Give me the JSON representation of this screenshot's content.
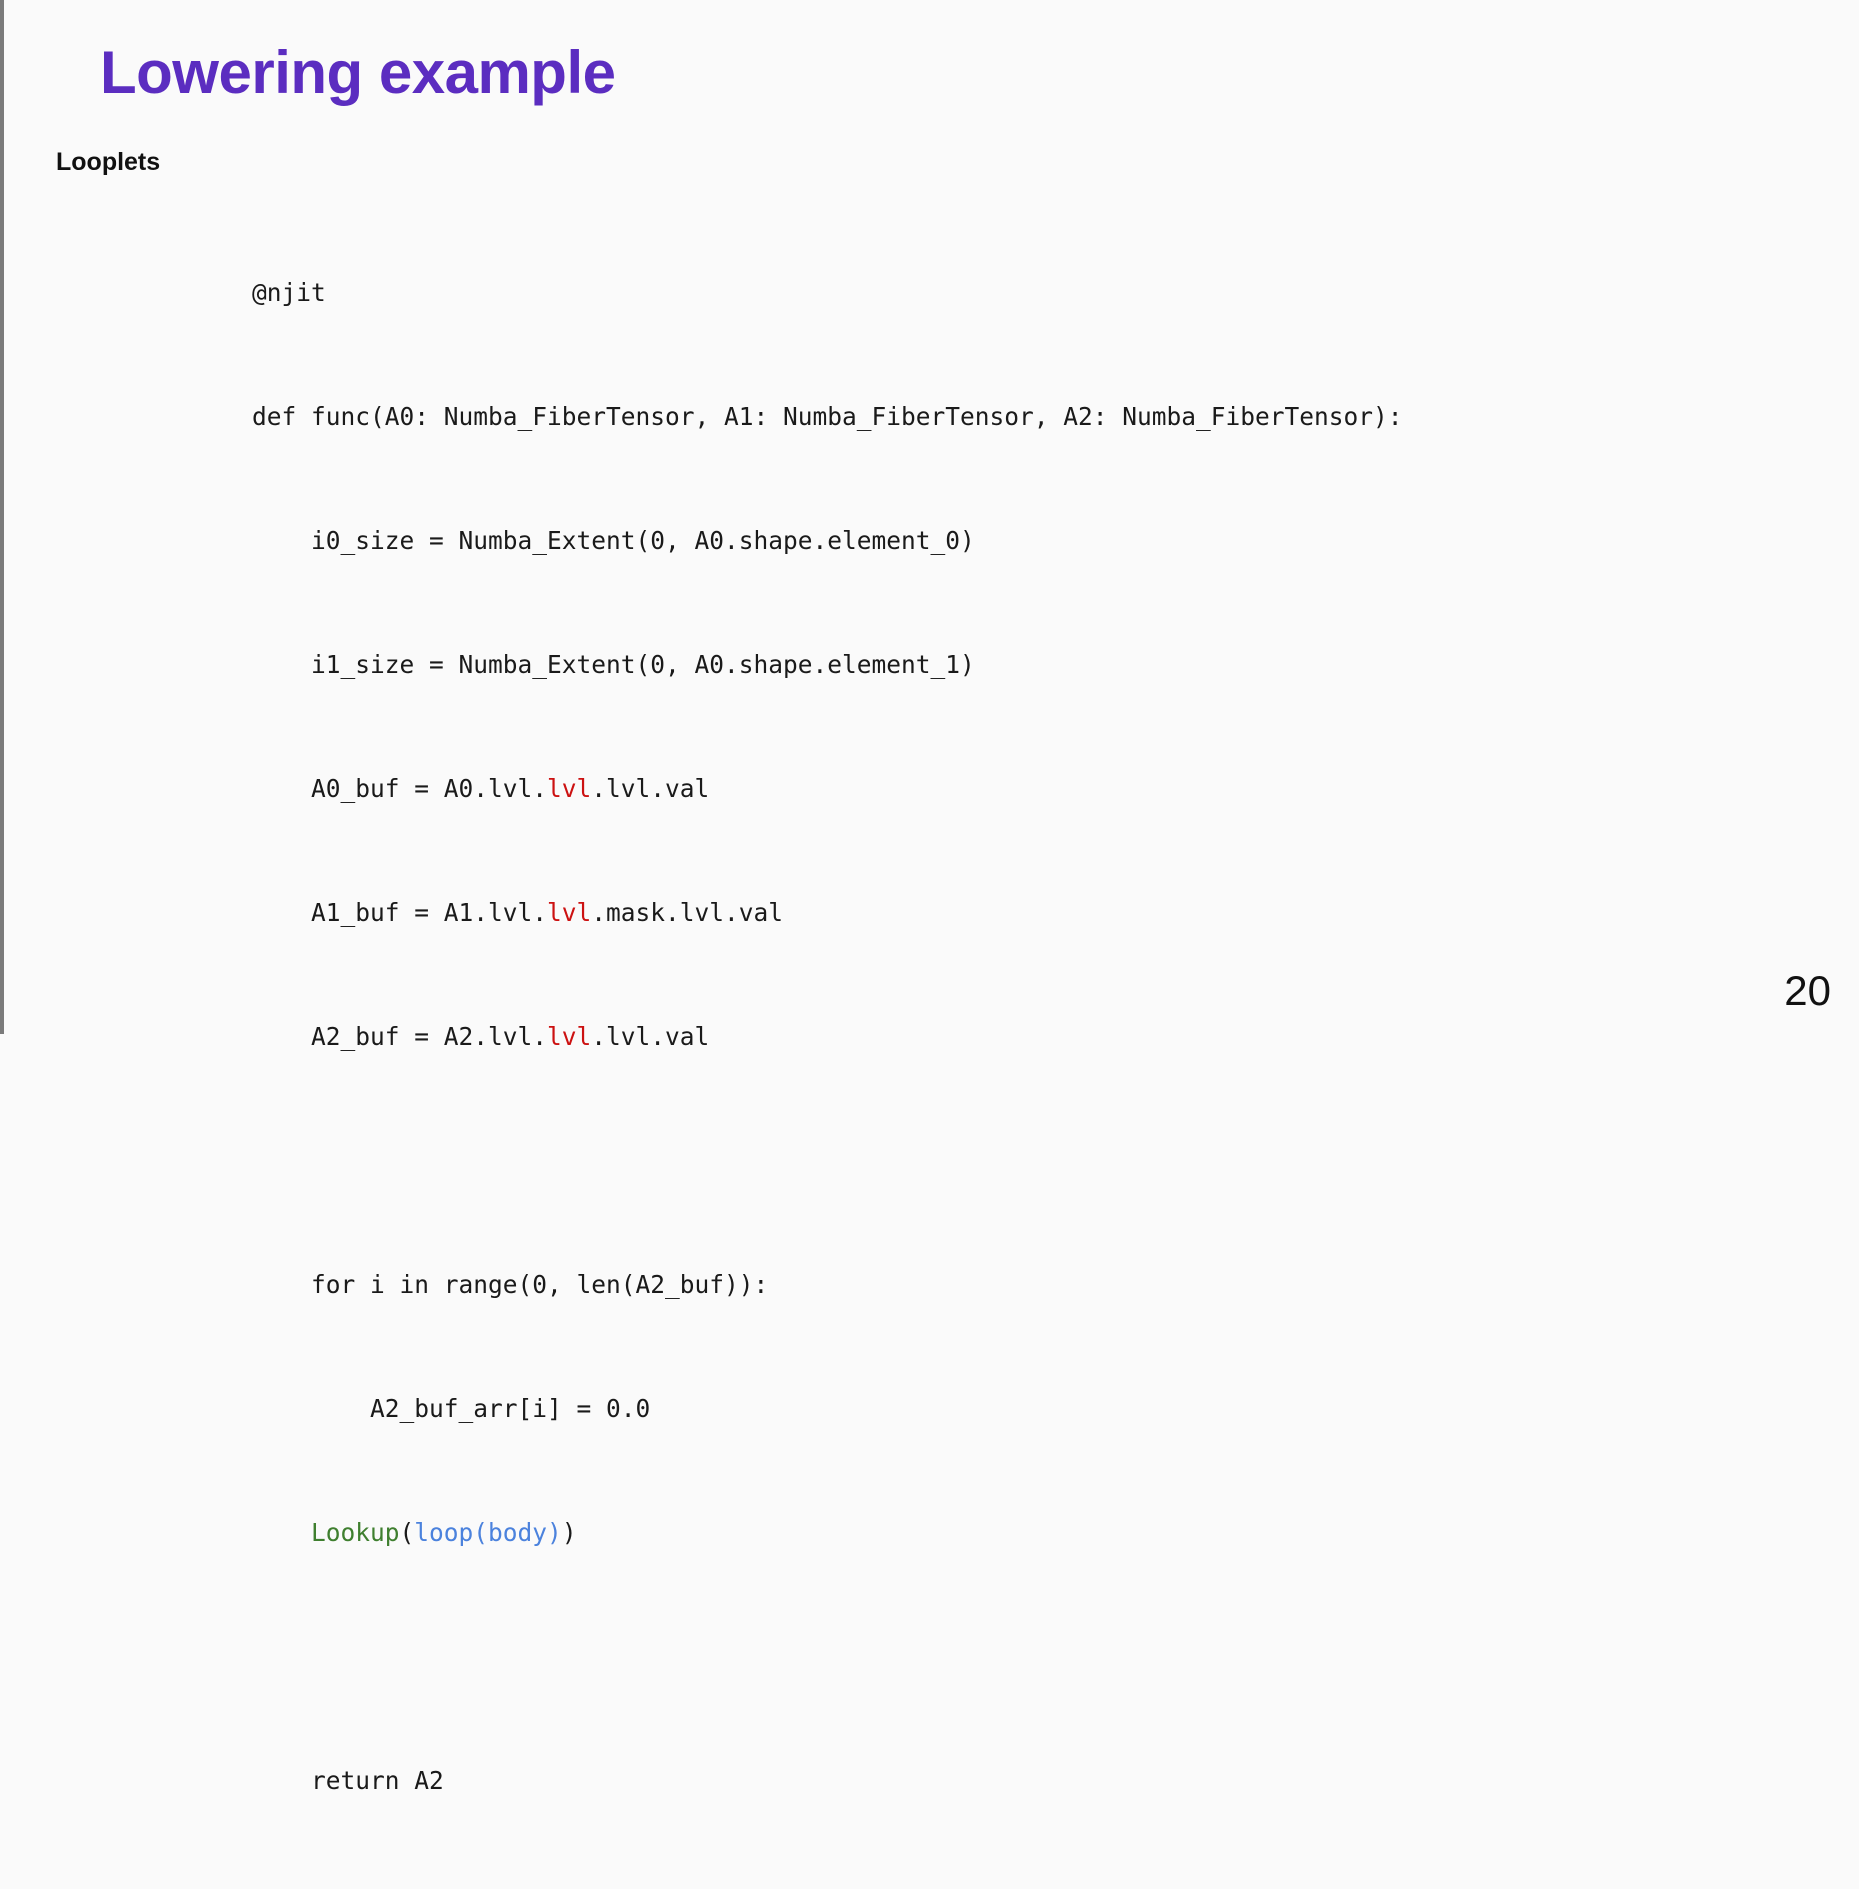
{
  "slide": {
    "title": "Lowering example",
    "section_label": "Looplets",
    "page_number": "20",
    "title_color": "#5b2dc0",
    "background_color": "#fafafa",
    "edge_bar_color": "#7b7b7b"
  },
  "code": {
    "language": "python",
    "highlight_colors": {
      "lvl_red": "#cc1111",
      "lookup_green": "#3f7f2f",
      "loop_blue": "#4b82dd",
      "plain": "#1a1a1a"
    },
    "lines": [
      "@njit",
      "def func(A0: Numba_FiberTensor, A1: Numba_FiberTensor, A2: Numba_FiberTensor):",
      "    i0_size = Numba_Extent(0, A0.shape.element_0)",
      "    i1_size = Numba_Extent(0, A0.shape.element_1)",
      "    A0_buf = A0.lvl.lvl.lvl.val",
      "    A1_buf = A1.lvl.lvl.mask.lvl.val",
      "    A2_buf = A2.lvl.lvl.lvl.val",
      "",
      "    for i in range(0, len(A2_buf)):",
      "        A2_buf_arr[i] = 0.0",
      "    Lookup(loop(body))",
      "",
      "    return A2"
    ],
    "line_01_njit": "@njit",
    "line_02_def": "def func(A0: Numba_FiberTensor, A1: Numba_FiberTensor, A2: Numba_FiberTensor):",
    "line_03_i0": "    i0_size = Numba_Extent(0, A0.shape.element_0)",
    "line_04_i1": "    i1_size = Numba_Extent(0, A0.shape.element_1)",
    "line_05_a0_pre": "    A0_buf = A0.lvl.",
    "line_05_a0_red": "lvl",
    "line_05_a0_post": ".lvl.val",
    "line_06_a1_pre": "    A1_buf = A1.lvl.",
    "line_06_a1_red": "lvl",
    "line_06_a1_post": ".mask.lvl.val",
    "line_07_a2_pre": "    A2_buf = A2.lvl.",
    "line_07_a2_red": "lvl",
    "line_07_a2_post": ".lvl.val",
    "line_09_for": "    for i in range(0, len(A2_buf)):",
    "line_10_assign": "        A2_buf_arr[i] = 0.0",
    "line_11_indent": "    ",
    "line_11_lookup": "Lookup",
    "line_11_open_paren": "(",
    "line_11_loop": "loop(body)",
    "line_11_close_paren": ")",
    "line_13_return": "    return A2"
  }
}
